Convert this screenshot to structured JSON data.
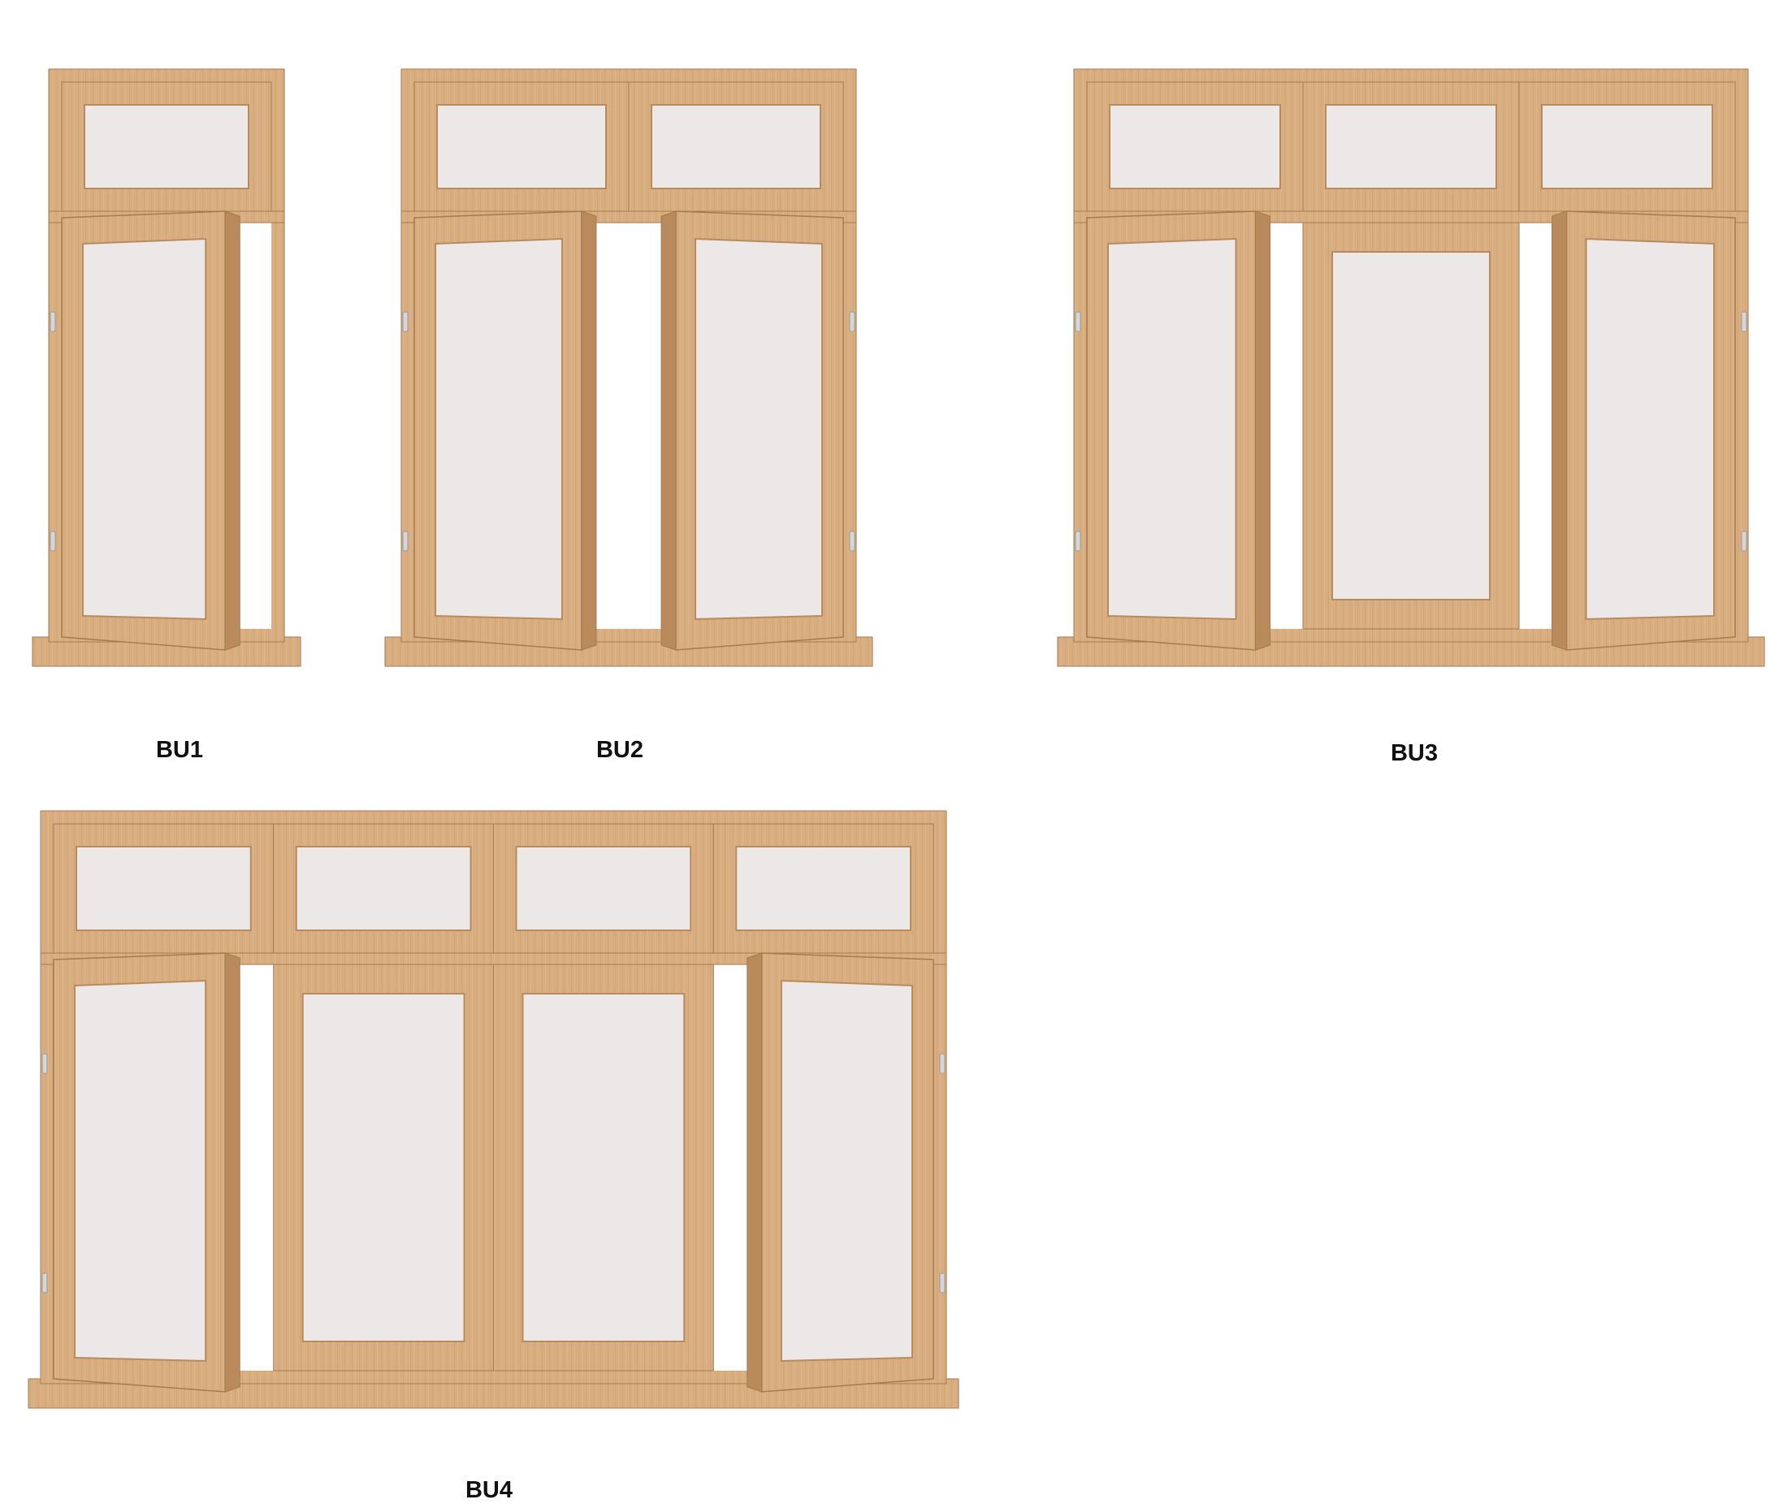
{
  "colors": {
    "background": "#ffffff",
    "wood": "#d8ad80",
    "wood_light": "#e2bb91",
    "wood_dark": "#b98a5c",
    "wood_shadow": "#a77a4f",
    "glass": "#ece8e8",
    "glass_highlight": "#f7f5f5",
    "hinge": "#d6d6d6",
    "label": "#111111"
  },
  "windows": [
    {
      "id": "BU1",
      "label": "BU1",
      "transom_panes": 1,
      "casement_panes": 1,
      "open_sashes": [
        "left"
      ]
    },
    {
      "id": "BU2",
      "label": "BU2",
      "transom_panes": 2,
      "casement_panes": 2,
      "open_sashes": [
        "left",
        "right"
      ]
    },
    {
      "id": "BU3",
      "label": "BU3",
      "transom_panes": 3,
      "casement_panes": 3,
      "open_sashes": [
        "left",
        "right"
      ]
    },
    {
      "id": "BU4",
      "label": "BU4",
      "transom_panes": 4,
      "casement_panes": 4,
      "open_sashes": [
        "left",
        "right"
      ]
    }
  ]
}
